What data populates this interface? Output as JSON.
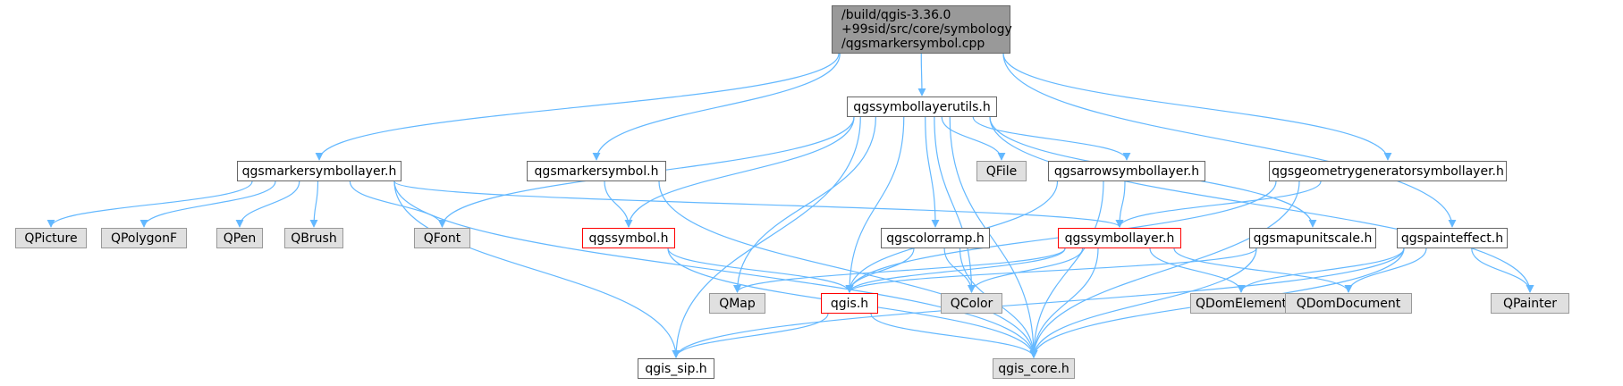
{
  "nodes": {
    "root": {
      "lines": [
        "/build/qgis-3.36.0",
        "+99sid/src/core/symbology",
        "/qgsmarkersymbol.cpp"
      ]
    },
    "qgssymbollayerutils": "qgssymbollayerutils.h",
    "qgsmarkersymbollayer": "qgsmarkersymbollayer.h",
    "qgsmarkersymbol": "qgsmarkersymbol.h",
    "qgsarrowsymbollayer": "qgsarrowsymbollayer.h",
    "qgsgeometrygeneratorsymbollayer": "qgsgeometrygeneratorsymbollayer.h",
    "qfile": "QFile",
    "qpicture": "QPicture",
    "qpolygonf": "QPolygonF",
    "qpen": "QPen",
    "qbrush": "QBrush",
    "qfont": "QFont",
    "qgssymbol": "qgssymbol.h",
    "qgscolorramp": "qgscolorramp.h",
    "qgssymbollayer": "qgssymbollayer.h",
    "qgsmapunitscale": "qgsmapunitscale.h",
    "qgspainteffect": "qgspainteffect.h",
    "qmap": "QMap",
    "qgis": "qgis.h",
    "qcolor": "QColor",
    "qdomelement": "QDomElement",
    "qdomdocument": "QDomDocument",
    "qpainter": "QPainter",
    "qgis_sip": "qgis_sip.h",
    "qgis_core": "qgis_core.h"
  },
  "edges": [
    [
      "root",
      "qgssymbollayerutils"
    ],
    [
      "root",
      "qgsmarkersymbollayer"
    ],
    [
      "root",
      "qgsmarkersymbol"
    ],
    [
      "root",
      "qgsgeometrygeneratorsymbollayer"
    ],
    [
      "root",
      "qgspainteffect"
    ],
    [
      "qgssymbollayerutils",
      "qfile"
    ],
    [
      "qgssymbollayerutils",
      "qgsarrowsymbollayer"
    ],
    [
      "qgssymbollayerutils",
      "qgsmapunitscale"
    ],
    [
      "qgssymbollayerutils",
      "qfont"
    ],
    [
      "qgssymbollayerutils",
      "qgssymbol"
    ],
    [
      "qgssymbollayerutils",
      "qmap"
    ],
    [
      "qgssymbollayerutils",
      "qgis"
    ],
    [
      "qgssymbollayerutils",
      "qgscolorramp"
    ],
    [
      "qgssymbollayerutils",
      "qcolor"
    ],
    [
      "qgssymbollayerutils",
      "qgis_sip"
    ],
    [
      "qgssymbollayerutils",
      "qpainter"
    ],
    [
      "qgssymbollayerutils",
      "qgis_core"
    ],
    [
      "qgsmarkersymbollayer",
      "qpicture"
    ],
    [
      "qgsmarkersymbollayer",
      "qpolygonf"
    ],
    [
      "qgsmarkersymbollayer",
      "qpen"
    ],
    [
      "qgsmarkersymbollayer",
      "qbrush"
    ],
    [
      "qgsmarkersymbollayer",
      "qfont"
    ],
    [
      "qgsmarkersymbollayer",
      "qgssymbollayer"
    ],
    [
      "qgsmarkersymbollayer",
      "qgis_sip"
    ],
    [
      "qgsmarkersymbollayer",
      "qgis_core"
    ],
    [
      "qgsmarkersymbol",
      "qgssymbol"
    ],
    [
      "qgsmarkersymbol",
      "qgis_core"
    ],
    [
      "qgsarrowsymbollayer",
      "qgssymbollayer"
    ],
    [
      "qgsarrowsymbollayer",
      "qgis"
    ],
    [
      "qgsarrowsymbollayer",
      "qgis_core"
    ],
    [
      "qgsgeometrygeneratorsymbollayer",
      "qgssymbollayer"
    ],
    [
      "qgsgeometrygeneratorsymbollayer",
      "qgis"
    ],
    [
      "qgsgeometrygeneratorsymbollayer",
      "qgis_core"
    ],
    [
      "qgssymbol",
      "qgis"
    ],
    [
      "qgssymbol",
      "qgis_core"
    ],
    [
      "qgscolorramp",
      "qgis"
    ],
    [
      "qgscolorramp",
      "qcolor"
    ],
    [
      "qgscolorramp",
      "qgis_core"
    ],
    [
      "qgssymbollayer",
      "qmap"
    ],
    [
      "qgssymbollayer",
      "qgis"
    ],
    [
      "qgssymbollayer",
      "qcolor"
    ],
    [
      "qgssymbollayer",
      "qdomelement"
    ],
    [
      "qgssymbollayer",
      "qdomdocument"
    ],
    [
      "qgssymbollayer",
      "qgis_core"
    ],
    [
      "qgsmapunitscale",
      "qgis"
    ],
    [
      "qgsmapunitscale",
      "qgis_core"
    ],
    [
      "qgspainteffect",
      "qdomelement"
    ],
    [
      "qgspainteffect",
      "qdomdocument"
    ],
    [
      "qgspainteffect",
      "qpainter"
    ],
    [
      "qgspainteffect",
      "qgis_sip"
    ],
    [
      "qgspainteffect",
      "qgis_core"
    ],
    [
      "qgis",
      "qgis_sip"
    ],
    [
      "qgis",
      "qgis_core"
    ]
  ],
  "colors": {
    "edge": "#63b8ff",
    "red_border": "#ff0000",
    "root_fill": "#999999",
    "ext_fill": "#e0e0e0"
  }
}
